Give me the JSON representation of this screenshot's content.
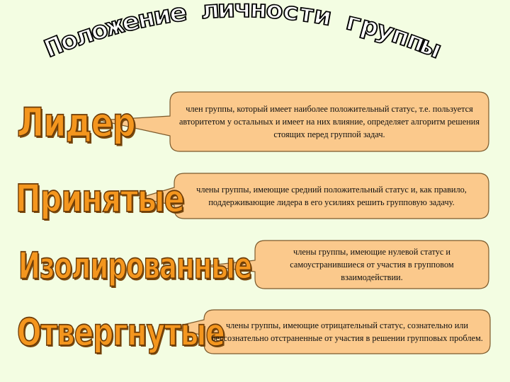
{
  "title": "Положение личности группы",
  "items": [
    {
      "term": "Лидер",
      "description": "член группы, который имеет наиболее положительный статус, т.е. пользуется авторитетом у остальных и имеет на них влияние, определяет алгоритм решения стоящих перед группой задач."
    },
    {
      "term": "Принятые",
      "description": "члены группы, имеющие средний положительный статус и, как правило, поддерживающие лидера в его усилиях решить групповую задачу."
    },
    {
      "term": "Изолированные",
      "description": "члены группы, имеющие нулевой статус и самоустранившиеся от участия в групповом взаимодействии."
    },
    {
      "term": "Отвергнутые",
      "description": "члены группы, имеющие отрицательный статус, сознательно или бессознательно отстраненные от участия в решении групповых проблем."
    }
  ],
  "colors": {
    "background": "#f3fde2",
    "term_fill": "#f4961e",
    "term_outline": "#6b3a06",
    "box_fill": "#fbc98c",
    "box_stroke": "#7c5a2c"
  }
}
